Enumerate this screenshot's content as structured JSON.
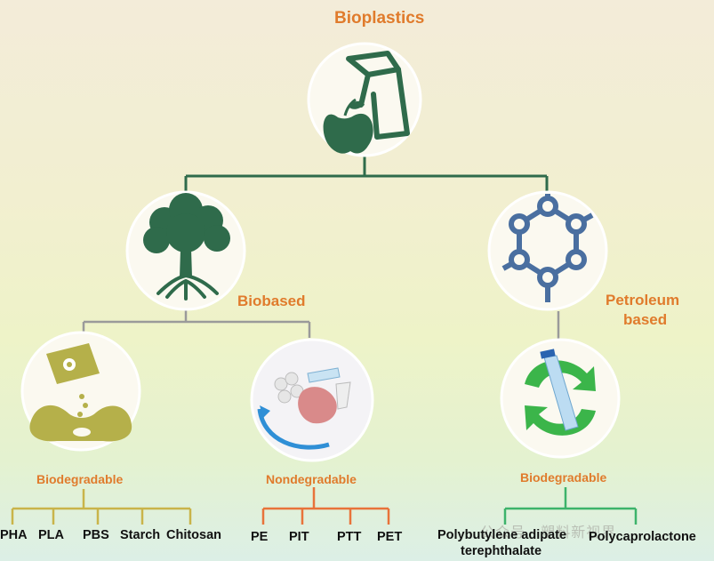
{
  "title": "Bioplastics",
  "branches": {
    "biobased": {
      "label": "Biobased",
      "groups": {
        "biodegradable": {
          "label": "Biodegradable",
          "items": [
            "PHA",
            "PLA",
            "PBS",
            "Starch",
            "Chitosan"
          ]
        },
        "nondegradable": {
          "label": "Nondegradable",
          "items": [
            "PE",
            "PIT",
            "PTT",
            "PET"
          ]
        }
      }
    },
    "petroleum": {
      "label_line1": "Petroleum",
      "label_line2": "based",
      "groups": {
        "biodegradable": {
          "label": "Biodegradable",
          "items": [
            "Polybutylene adipate",
            "terephthalate",
            "Polycaprolactone"
          ]
        }
      }
    }
  },
  "watermark": "公众号 · 塑料新视界",
  "colors": {
    "accent": "#e07b2c",
    "dark_green": "#2f6b4b",
    "molecule_blue": "#4a6fa0",
    "olive": "#a8a64a",
    "orange_line": "#e8733a",
    "green_line": "#3db36b",
    "grey_line": "#9a9a9a",
    "yellow_line": "#c9b44a"
  }
}
